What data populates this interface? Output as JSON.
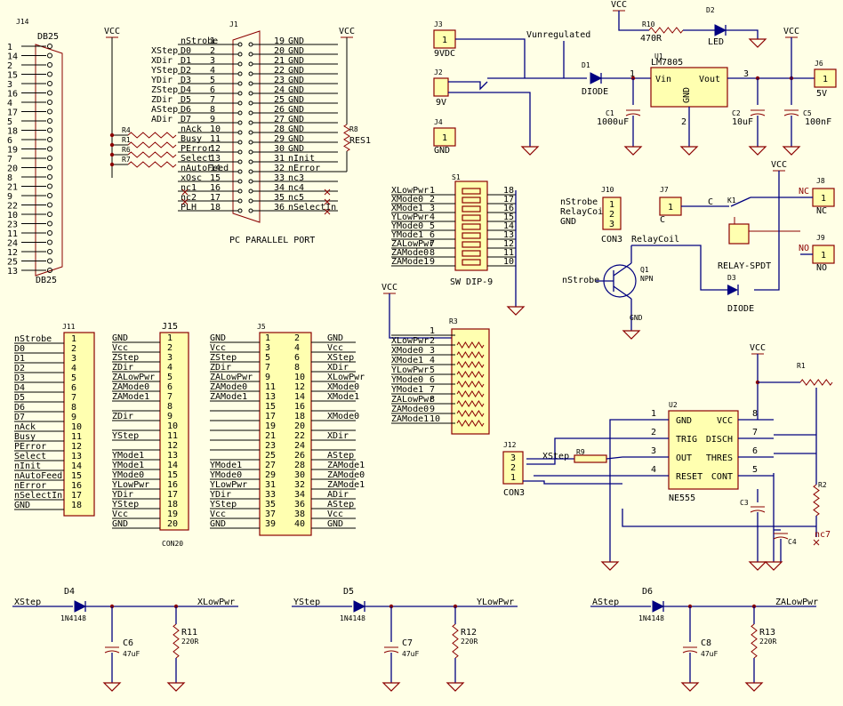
{
  "db25": {
    "ref": "J14",
    "name": "DB25",
    "pins": [
      "1",
      "14",
      "2",
      "15",
      "3",
      "16",
      "4",
      "17",
      "5",
      "18",
      "6",
      "19",
      "7",
      "20",
      "8",
      "21",
      "9",
      "22",
      "10",
      "23",
      "11",
      "24",
      "12",
      "25",
      "13"
    ]
  },
  "j1": {
    "ref": "J1",
    "name": "PC PARALLEL PORT",
    "left": [
      {
        "pin": "1",
        "label": "nStrobe",
        "net": ""
      },
      {
        "pin": "2",
        "label": "D0",
        "net": "XStep"
      },
      {
        "pin": "3",
        "label": "D1",
        "net": "XDir"
      },
      {
        "pin": "4",
        "label": "D2",
        "net": "YStep"
      },
      {
        "pin": "5",
        "label": "D3",
        "net": "YDir"
      },
      {
        "pin": "6",
        "label": "D4",
        "net": "ZStep"
      },
      {
        "pin": "7",
        "label": "D5",
        "net": "ZDir"
      },
      {
        "pin": "8",
        "label": "D6",
        "net": "AStep"
      },
      {
        "pin": "9",
        "label": "D7",
        "net": "ADir"
      },
      {
        "pin": "10",
        "label": "nAck",
        "net": ""
      },
      {
        "pin": "11",
        "label": "Busy",
        "net": ""
      },
      {
        "pin": "12",
        "label": "PError",
        "net": ""
      },
      {
        "pin": "13",
        "label": "Select",
        "net": ""
      },
      {
        "pin": "14",
        "label": "nAutoFeed",
        "net": ""
      },
      {
        "pin": "15",
        "label": "xOsc",
        "net": ""
      },
      {
        "pin": "16",
        "label": "nc1",
        "net": ""
      },
      {
        "pin": "17",
        "label": "nc2",
        "net": ""
      },
      {
        "pin": "18",
        "label": "PLH",
        "net": ""
      }
    ],
    "right": [
      {
        "pin": "19",
        "label": "GND"
      },
      {
        "pin": "20",
        "label": "GND"
      },
      {
        "pin": "21",
        "label": "GND"
      },
      {
        "pin": "22",
        "label": "GND"
      },
      {
        "pin": "23",
        "label": "GND"
      },
      {
        "pin": "24",
        "label": "GND"
      },
      {
        "pin": "25",
        "label": "GND"
      },
      {
        "pin": "26",
        "label": "GND"
      },
      {
        "pin": "27",
        "label": "GND"
      },
      {
        "pin": "28",
        "label": "GND"
      },
      {
        "pin": "29",
        "label": "GND"
      },
      {
        "pin": "30",
        "label": "GND"
      },
      {
        "pin": "31",
        "label": "nInit"
      },
      {
        "pin": "32",
        "label": "nError"
      },
      {
        "pin": "33",
        "label": "nc3"
      },
      {
        "pin": "34",
        "label": "nc4"
      },
      {
        "pin": "35",
        "label": "nc5"
      },
      {
        "pin": "36",
        "label": "nSelectIn"
      }
    ],
    "resistors": [
      "R4",
      "R1",
      "R6",
      "R7"
    ],
    "res1": {
      "ref": "R8",
      "name": "RES1"
    }
  },
  "power": {
    "vcc": "VCC",
    "gnd": "GND",
    "vunreg": "Vunregulated",
    "j3": {
      "ref": "J3",
      "pin": "1",
      "label": "9VDC"
    },
    "j2": {
      "ref": "J2",
      "label": "9V"
    },
    "j4": {
      "ref": "J4",
      "pin": "1",
      "label": "GND"
    },
    "d1": {
      "ref": "D1",
      "label": "DIODE"
    },
    "u1": {
      "ref": "U1",
      "name": "LM7805",
      "vin": "Vin",
      "vout": "Vout",
      "gnd": "GND",
      "p1": "1",
      "p2": "2",
      "p3": "3"
    },
    "c1": {
      "ref": "C1",
      "value": "1000uF"
    },
    "c2": {
      "ref": "C2",
      "value": "10uF"
    },
    "c5": {
      "ref": "C5",
      "value": "100nF"
    },
    "j6": {
      "ref": "J6",
      "pin": "1",
      "label": "5V"
    },
    "r10": {
      "ref": "R10",
      "value": "470R"
    },
    "d2": {
      "ref": "D2",
      "label": "LED"
    }
  },
  "relay": {
    "j10": {
      "ref": "J10",
      "labels": [
        "nStrobe",
        "RelayCoil",
        "GND"
      ],
      "pins": [
        "1",
        "2",
        "3"
      ],
      "name": "CON3"
    },
    "j7": {
      "ref": "J7",
      "pin": "1",
      "label": "C"
    },
    "c_net": "C",
    "k1": {
      "ref": "K1",
      "name": "RELAY-SPDT"
    },
    "nc_net": "NC",
    "no_net": "NO",
    "j8": {
      "ref": "J8",
      "pin": "1",
      "label": "NC"
    },
    "j9": {
      "ref": "J9",
      "pin": "1",
      "label": "NO"
    },
    "coil": "RelayCoil",
    "q1": {
      "ref": "Q1",
      "type": "NPN",
      "base": "nStrobe"
    },
    "d3": {
      "ref": "D3",
      "label": "DIODE"
    }
  },
  "dip": {
    "ref": "S1",
    "name": "SW DIP-9",
    "left": [
      {
        "pin": "1",
        "label": "XLowPwr"
      },
      {
        "pin": "2",
        "label": "XMode0"
      },
      {
        "pin": "3",
        "label": "XMode1"
      },
      {
        "pin": "4",
        "label": "YLowPwr"
      },
      {
        "pin": "5",
        "label": "YMode0"
      },
      {
        "pin": "6",
        "label": "YMode1"
      },
      {
        "pin": "7",
        "label": "ZALowPwr"
      },
      {
        "pin": "8",
        "label": "ZAMode0"
      },
      {
        "pin": "9",
        "label": "ZAMode1"
      }
    ],
    "right": [
      "18",
      "17",
      "16",
      "15",
      "14",
      "13",
      "12",
      "11",
      "10"
    ]
  },
  "rnet": {
    "ref": "R3",
    "pins": [
      {
        "pin": "1",
        "label": ""
      },
      {
        "pin": "2",
        "label": "XLowPwr"
      },
      {
        "pin": "3",
        "label": "XMode0"
      },
      {
        "pin": "4",
        "label": "XMode1"
      },
      {
        "pin": "5",
        "label": "YLowPwr"
      },
      {
        "pin": "6",
        "label": "YMode0"
      },
      {
        "pin": "7",
        "label": "YMode1"
      },
      {
        "pin": "8",
        "label": "ZALowPwr"
      },
      {
        "pin": "9",
        "label": "ZAMode0"
      },
      {
        "pin": "10",
        "label": "ZAMode1"
      }
    ]
  },
  "j11": {
    "ref": "J11",
    "labels": [
      "nStrobe",
      "D0",
      "D1",
      "D2",
      "D3",
      "D4",
      "D5",
      "D6",
      "D7",
      "nAck",
      "Busy",
      "PError",
      "Select",
      "nInit",
      "nAutoFeed",
      "nError",
      "nSelectIn",
      "GND"
    ],
    "pins": [
      "1",
      "2",
      "3",
      "4",
      "5",
      "6",
      "7",
      "8",
      "9",
      "10",
      "11",
      "12",
      "13",
      "14",
      "15",
      "16",
      "17",
      "18"
    ]
  },
  "j15": {
    "ref": "J15",
    "name": "CON20",
    "labels": [
      "GND",
      "Vcc",
      "ZStep",
      "ZDir",
      "ZALowPwr",
      "ZAMode0",
      "ZAMode1",
      "",
      "ZDir",
      "",
      "YStep",
      "",
      "YMode1",
      "YMode1",
      "YMode0",
      "YLowPwr",
      "YDir",
      "YStep",
      "Vcc",
      "GND"
    ],
    "pins": [
      "1",
      "2",
      "3",
      "4",
      "5",
      "6",
      "7",
      "8",
      "9",
      "10",
      "11",
      "12",
      "13",
      "14",
      "15",
      "16",
      "17",
      "18",
      "19",
      "20"
    ]
  },
  "j5": {
    "ref": "J5",
    "left": [
      "GND",
      "Vcc",
      "ZStep",
      "ZDir",
      "ZALowPwr",
      "ZAMode0",
      "ZAMode1",
      "",
      "",
      "",
      "",
      "",
      "",
      "YMode1",
      "YMode0",
      "YLowPwr",
      "YDir",
      "YStep",
      "Vcc",
      "GND"
    ],
    "leftPins": [
      "1",
      "3",
      "5",
      "7",
      "9",
      "11",
      "13",
      "15",
      "17",
      "19",
      "21",
      "23",
      "25",
      "27",
      "29",
      "31",
      "33",
      "35",
      "37",
      "39"
    ],
    "rightPins": [
      "2",
      "4",
      "6",
      "8",
      "10",
      "12",
      "14",
      "16",
      "18",
      "20",
      "22",
      "24",
      "26",
      "28",
      "30",
      "32",
      "34",
      "36",
      "38",
      "40"
    ],
    "right": [
      "GND",
      "Vcc",
      "XStep",
      "XDir",
      "XLowPwr",
      "XMode0",
      "XMode1",
      "",
      "XMode0",
      "",
      "XDir",
      "",
      "AStep",
      "ZAMode1",
      "ZAMode0",
      "ZAMode1",
      "ADir",
      "AStep",
      "Vcc",
      "GND"
    ]
  },
  "timer": {
    "u2": {
      "ref": "U2",
      "name": "NE555",
      "rows": [
        [
          "GND",
          "VCC"
        ],
        [
          "TRIG",
          "DISCH"
        ],
        [
          "OUT",
          "THRES"
        ],
        [
          "RESET",
          "CONT"
        ]
      ],
      "lp": [
        "1",
        "2",
        "3",
        "4"
      ],
      "rp": [
        "8",
        "7",
        "6",
        "5"
      ]
    },
    "j12": {
      "ref": "J12",
      "name": "CON3",
      "pins": [
        "3",
        "2",
        "1"
      ]
    },
    "xstep": "XStep",
    "r9": "R9",
    "r1": "R1",
    "r2": "R2",
    "c3": "C3",
    "c4": "C4",
    "nc7": "nc7"
  },
  "drivers": [
    {
      "in": "XStep",
      "d": "D4",
      "dpart": "1N4148",
      "c": "C6",
      "cval": "47uF",
      "r": "R11",
      "rval": "220R",
      "out": "XLowPwr"
    },
    {
      "in": "YStep",
      "d": "D5",
      "dpart": "1N4148",
      "c": "C7",
      "cval": "47uF",
      "r": "R12",
      "rval": "220R",
      "out": "YLowPwr"
    },
    {
      "in": "AStep",
      "d": "D6",
      "dpart": "1N4148",
      "c": "C8",
      "cval": "47uF",
      "r": "R13",
      "rval": "220R",
      "out": "ZALowPwr"
    }
  ]
}
